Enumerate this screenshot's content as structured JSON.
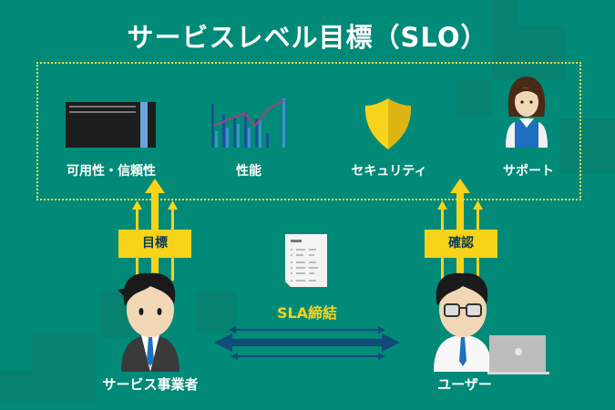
{
  "title": "サービスレベル目標（SLO）",
  "categories": [
    {
      "label": "可用性・信頼性",
      "icon": "server-icon"
    },
    {
      "label": "性能",
      "icon": "chart-icon"
    },
    {
      "label": "セキュリティ",
      "icon": "shield-icon"
    },
    {
      "label": "サポート",
      "icon": "support-person-icon"
    }
  ],
  "left_arrow_label": "目標",
  "right_arrow_label": "確認",
  "agreement_label": "SLA締結",
  "provider_label": "サービス事業者",
  "user_label": "ユーザー",
  "colors": {
    "background": "#018a78",
    "accent": "#f7d31a",
    "arrow": "#124a78"
  }
}
